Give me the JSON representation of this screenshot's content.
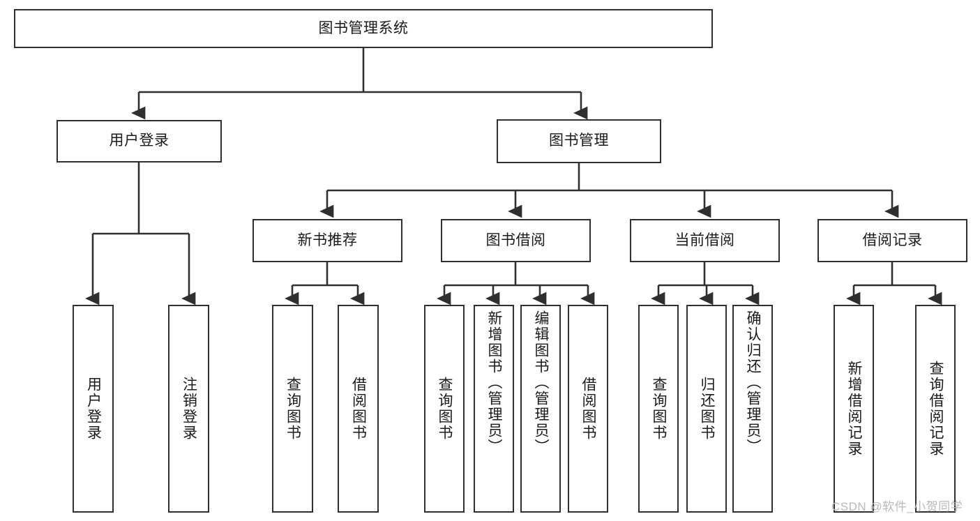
{
  "diagram": {
    "type": "tree-hierarchy-chart",
    "title": "图书管理系统",
    "stroke_color": "#2f2f2f",
    "background_color": "#ffffff",
    "nodes": {
      "root": {
        "label": "图书管理系统"
      },
      "level1": [
        {
          "id": "user-login",
          "label": "用户登录"
        },
        {
          "id": "book-management",
          "label": "图书管理"
        }
      ],
      "level2": [
        {
          "id": "new-book-recommend",
          "label": "新书推荐"
        },
        {
          "id": "book-borrow",
          "label": "图书借阅"
        },
        {
          "id": "current-borrow",
          "label": "当前借阅"
        },
        {
          "id": "borrow-record",
          "label": "借阅记录"
        }
      ],
      "leaves": [
        {
          "id": "leaf-user-login",
          "label": "用户登录",
          "parent": "user-login"
        },
        {
          "id": "leaf-logout",
          "label": "注销登录",
          "parent": "user-login"
        },
        {
          "id": "leaf-query-book-1",
          "label": "查询图书",
          "parent": "new-book-recommend"
        },
        {
          "id": "leaf-borrow-book-1",
          "label": "借阅图书",
          "parent": "new-book-recommend"
        },
        {
          "id": "leaf-query-book-2",
          "label": "查询图书",
          "parent": "book-borrow"
        },
        {
          "id": "leaf-add-book",
          "label": "新增图书（管理员）",
          "parent": "book-borrow"
        },
        {
          "id": "leaf-edit-book",
          "label": "编辑图书（管理员）",
          "parent": "book-borrow"
        },
        {
          "id": "leaf-borrow-book-2",
          "label": "借阅图书",
          "parent": "book-borrow"
        },
        {
          "id": "leaf-query-book-3",
          "label": "查询图书",
          "parent": "current-borrow"
        },
        {
          "id": "leaf-return-book",
          "label": "归还图书",
          "parent": "current-borrow"
        },
        {
          "id": "leaf-confirm-return",
          "label": "确认归还（管理员）",
          "parent": "current-borrow"
        },
        {
          "id": "leaf-add-record",
          "label": "新增借阅记录",
          "parent": "borrow-record"
        },
        {
          "id": "leaf-query-record",
          "label": "查询借阅记录",
          "parent": "borrow-record"
        }
      ]
    }
  },
  "watermark": {
    "text": "CSDN @软件_小贺同学"
  }
}
